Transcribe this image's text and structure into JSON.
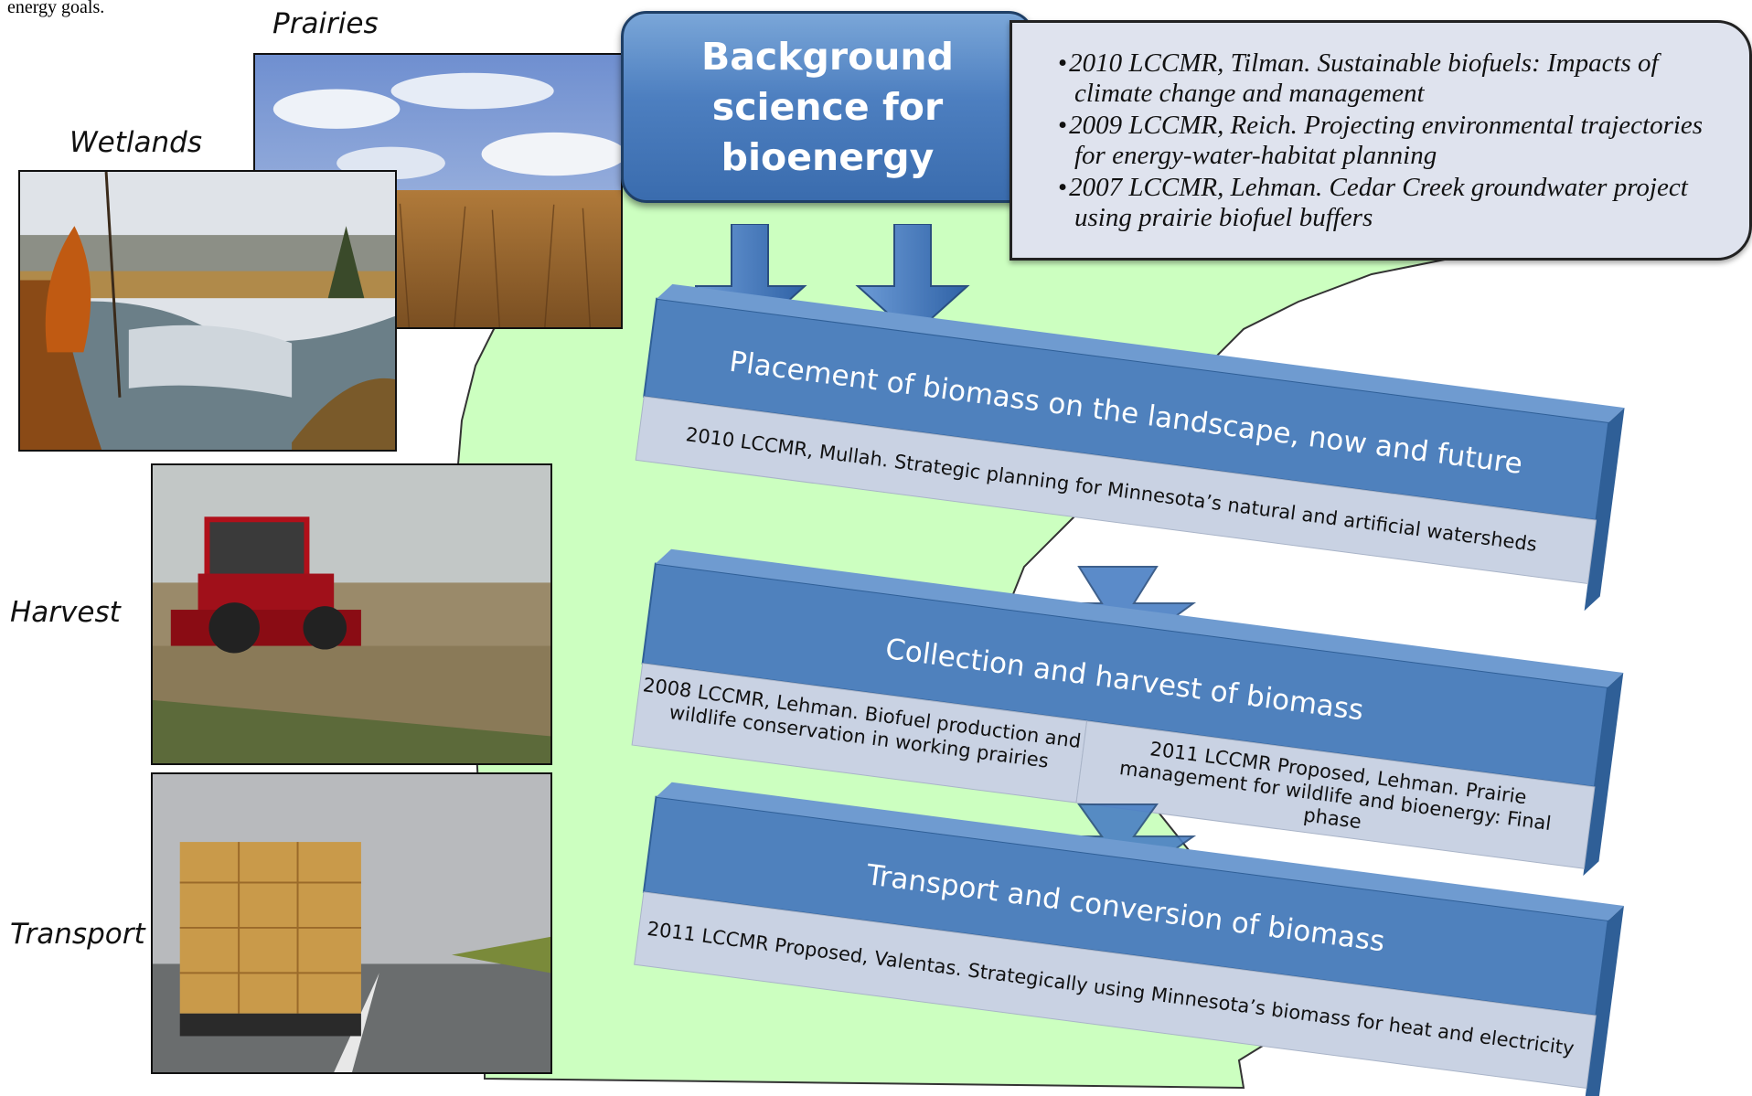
{
  "fragment_text": "energy goals.",
  "photo_labels": {
    "prairies": "Prairies",
    "wetlands": "Wetlands",
    "harvest": "Harvest",
    "transport": "Transport"
  },
  "background_box": {
    "title": "Background\nscience for\nbioenergy"
  },
  "background_refs": [
    "2010 LCCMR, Tilman. Sustainable biofuels: Impacts of climate change and management",
    "2009 LCCMR, Reich. Projecting environmental trajectories for energy-water-habitat planning",
    "2007 LCCMR, Lehman. Cedar Creek groundwater project using prairie biofuel buffers"
  ],
  "stages": [
    {
      "title": "Placement of biomass on the landscape, now and future",
      "refs": [
        "2010 LCCMR, Mullah. Strategic planning for Minnesota’s natural and artificial watersheds"
      ]
    },
    {
      "title": "Collection and harvest of biomass",
      "ref_left": [
        "2008 LCCMR, Lehman. Biofuel production and",
        "wildlife conservation in working prairies"
      ],
      "ref_right": [
        "2011 LCCMR Proposed, Lehman. Prairie",
        "management for wildlife and bioenergy: Final",
        "phase"
      ]
    },
    {
      "title": "Transport and conversion of biomass",
      "refs": [
        "2011 LCCMR Proposed, Valentas. Strategically using Minnesota’s biomass for heat and electricity"
      ]
    }
  ],
  "colors": {
    "map_fill": "#ccffc0",
    "band_blue": "#4f81bd",
    "band_dark": "#2f5f97",
    "ref_band": "#c9d2e3",
    "arrow_blue": "#4a7fc4"
  }
}
